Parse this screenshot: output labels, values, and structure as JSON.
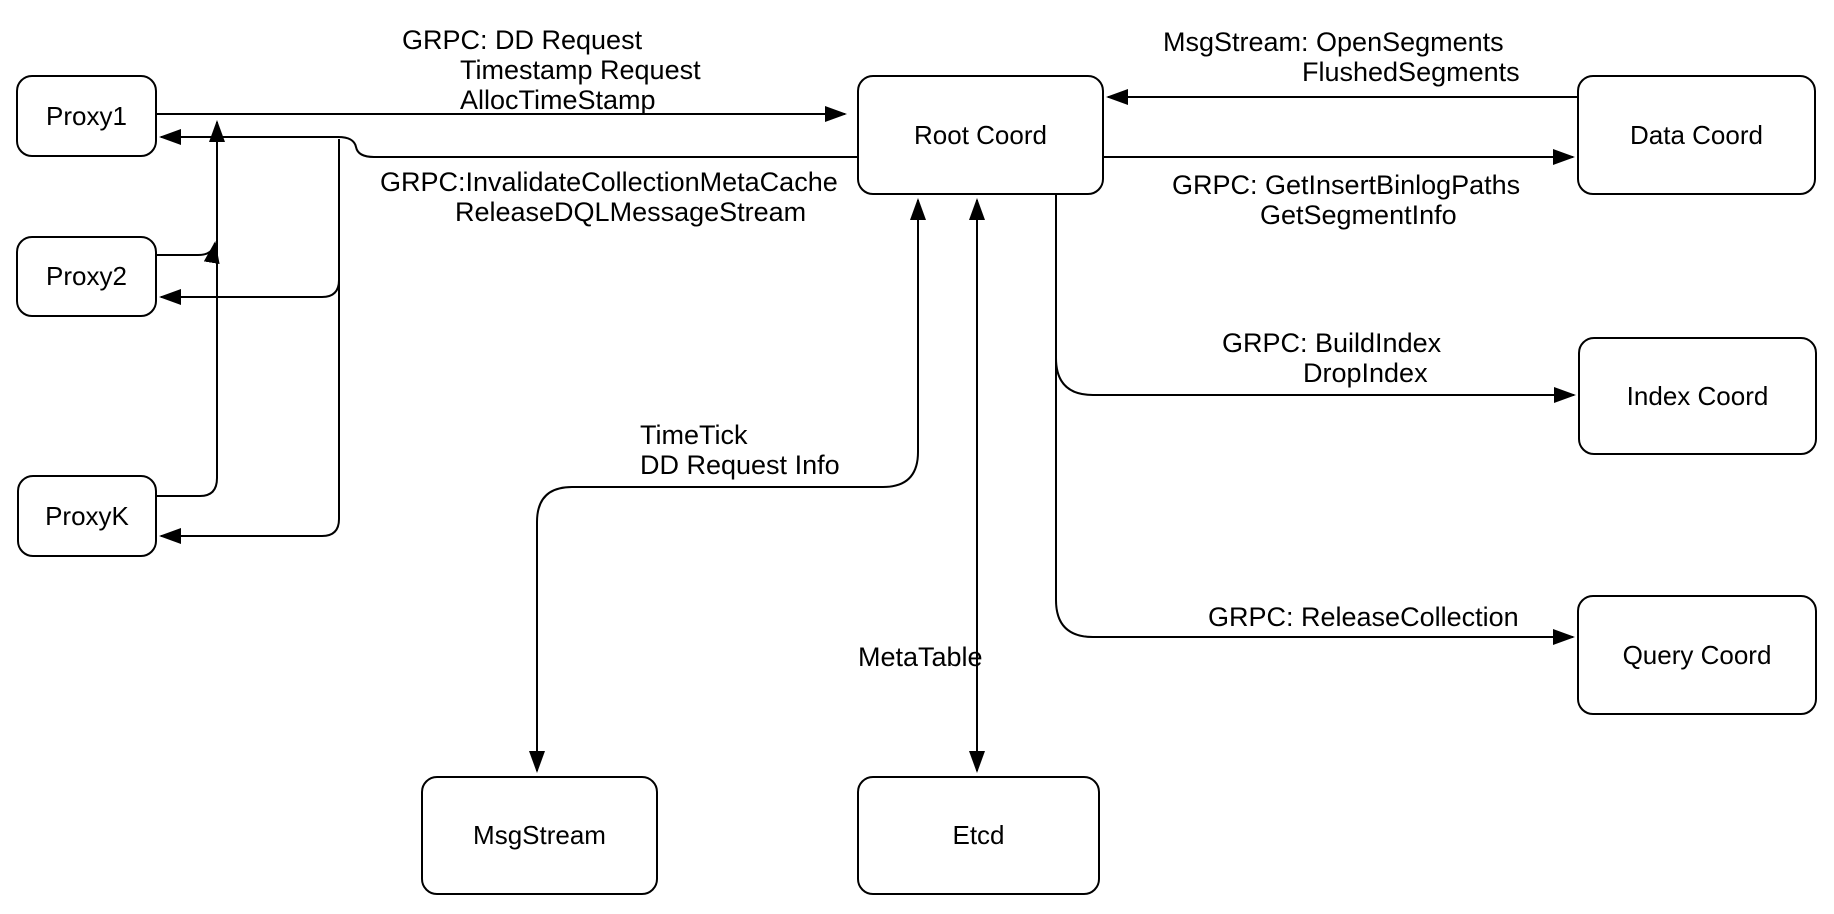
{
  "colors": {
    "background": "#ffffff",
    "node_fill": "#ffffff",
    "stroke": "#000000",
    "text": "#000000"
  },
  "nodes": {
    "proxy1": {
      "label": "Proxy1"
    },
    "proxy2": {
      "label": "Proxy2"
    },
    "proxyk": {
      "label": "ProxyK"
    },
    "root": {
      "label": "Root Coord"
    },
    "data": {
      "label": "Data Coord"
    },
    "index": {
      "label": "Index Coord"
    },
    "query": {
      "label": "Query Coord"
    },
    "msgstream": {
      "label": "MsgStream"
    },
    "etcd": {
      "label": "Etcd"
    }
  },
  "edge_labels": {
    "proxy_to_root": {
      "line1": "GRPC: DD Request",
      "line2": "Timestamp Request",
      "line3": "AllocTimeStamp"
    },
    "root_to_proxy": {
      "line1": "GRPC:InvalidateCollectionMetaCache",
      "line2": "ReleaseDQLMessageStream"
    },
    "data_to_root": {
      "line1": "MsgStream: OpenSegments",
      "line2": "FlushedSegments"
    },
    "root_to_data": {
      "line1": "GRPC: GetInsertBinlogPaths",
      "line2": "GetSegmentInfo"
    },
    "root_to_index": {
      "line1": "GRPC: BuildIndex",
      "line2": "DropIndex"
    },
    "root_to_query": {
      "line1": "GRPC: ReleaseCollection"
    },
    "root_to_msgstream": {
      "line1": "TimeTick",
      "line2": "DD Request Info"
    },
    "root_to_etcd": {
      "line1": "MetaTable"
    }
  }
}
